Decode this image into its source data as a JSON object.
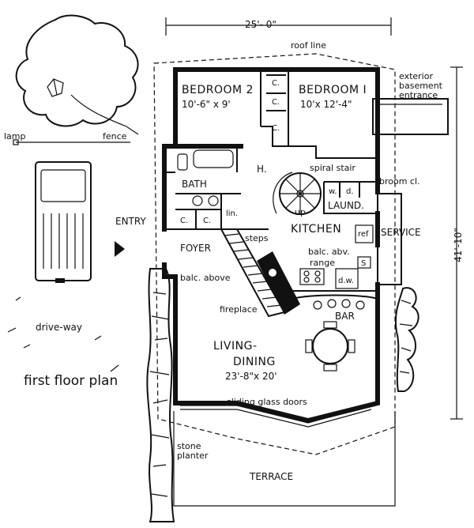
{
  "title": "first floor plan",
  "dimensions": {
    "width": "25'- 0\"",
    "depth": "41'-10\""
  },
  "labels": {
    "roof_line": "roof line",
    "exterior_basement_1": "exterior",
    "exterior_basement_2": "basement",
    "exterior_basement_3": "entrance",
    "lamp": "lamp",
    "fence": "fence",
    "bedroom2": "BEDROOM 2",
    "bedroom2_size": "10'-6\" x 9'",
    "bedroom1": "BEDROOM I",
    "bedroom1_size": "10'x 12'-4\"",
    "closet": "C.",
    "hall": "H.",
    "spiral_stair": "spiral stair",
    "up": "up",
    "bath": "BATH",
    "linen": "lin.",
    "washer": "w.",
    "dryer": "d.",
    "broom_closet": "broom cl.",
    "laundry": "LAUND.",
    "entry": "ENTRY",
    "steps": "steps",
    "kitchen": "KITCHEN",
    "refrigerator": "ref",
    "service": "SERVICE",
    "foyer": "FOYER",
    "balc_abv": "balc. abv.",
    "range": "range",
    "sink": "S",
    "dishwasher": "d.w.",
    "balc_above": "balc. above",
    "fireplace": "fireplace",
    "bar": "BAR",
    "driveway": "drive-way",
    "living_dining_1": "LIVING-",
    "living_dining_2": "DINING",
    "living_size": "23'-8\"x 20'",
    "sliding_doors": "sliding glass doors",
    "stone_planter_1": "stone",
    "stone_planter_2": "planter",
    "terrace": "TERRACE"
  },
  "colors": {
    "ink": "#111111",
    "paper": "#ffffff"
  }
}
